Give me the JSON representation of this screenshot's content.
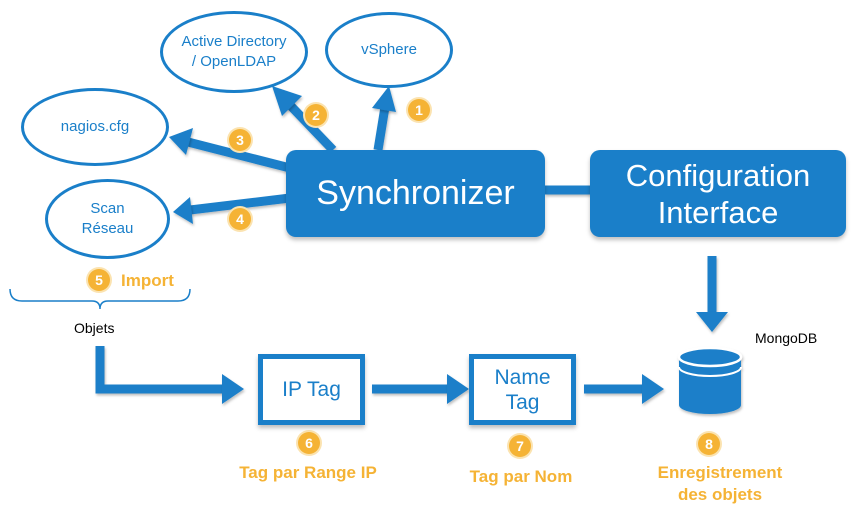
{
  "colors": {
    "primary_blue": "#1a7fc9",
    "accent_orange": "#f5b335",
    "text_black": "#000000"
  },
  "sources": {
    "ldap": "Active Directory\n/ OpenLDAP",
    "vsphere": "vSphere",
    "nagios": "nagios.cfg",
    "scan": "Scan\nRéseau"
  },
  "core": {
    "synchronizer": "Synchronizer",
    "config_interface": "Configuration\nInterface"
  },
  "badges": [
    "1",
    "2",
    "3",
    "4",
    "5",
    "6",
    "7",
    "8"
  ],
  "import_label": "Import",
  "objects_label": "Objets",
  "pipeline": {
    "ip_tag": "IP Tag",
    "name_tag": "Name\nTag",
    "mongodb": "MongoDB"
  },
  "steps": {
    "tag_ip": "Tag par Range IP",
    "tag_nom": "Tag par Nom",
    "save": "Enregistrement\ndes objets"
  },
  "icons": {
    "database": "database-icon",
    "brace": "brace-icon"
  }
}
